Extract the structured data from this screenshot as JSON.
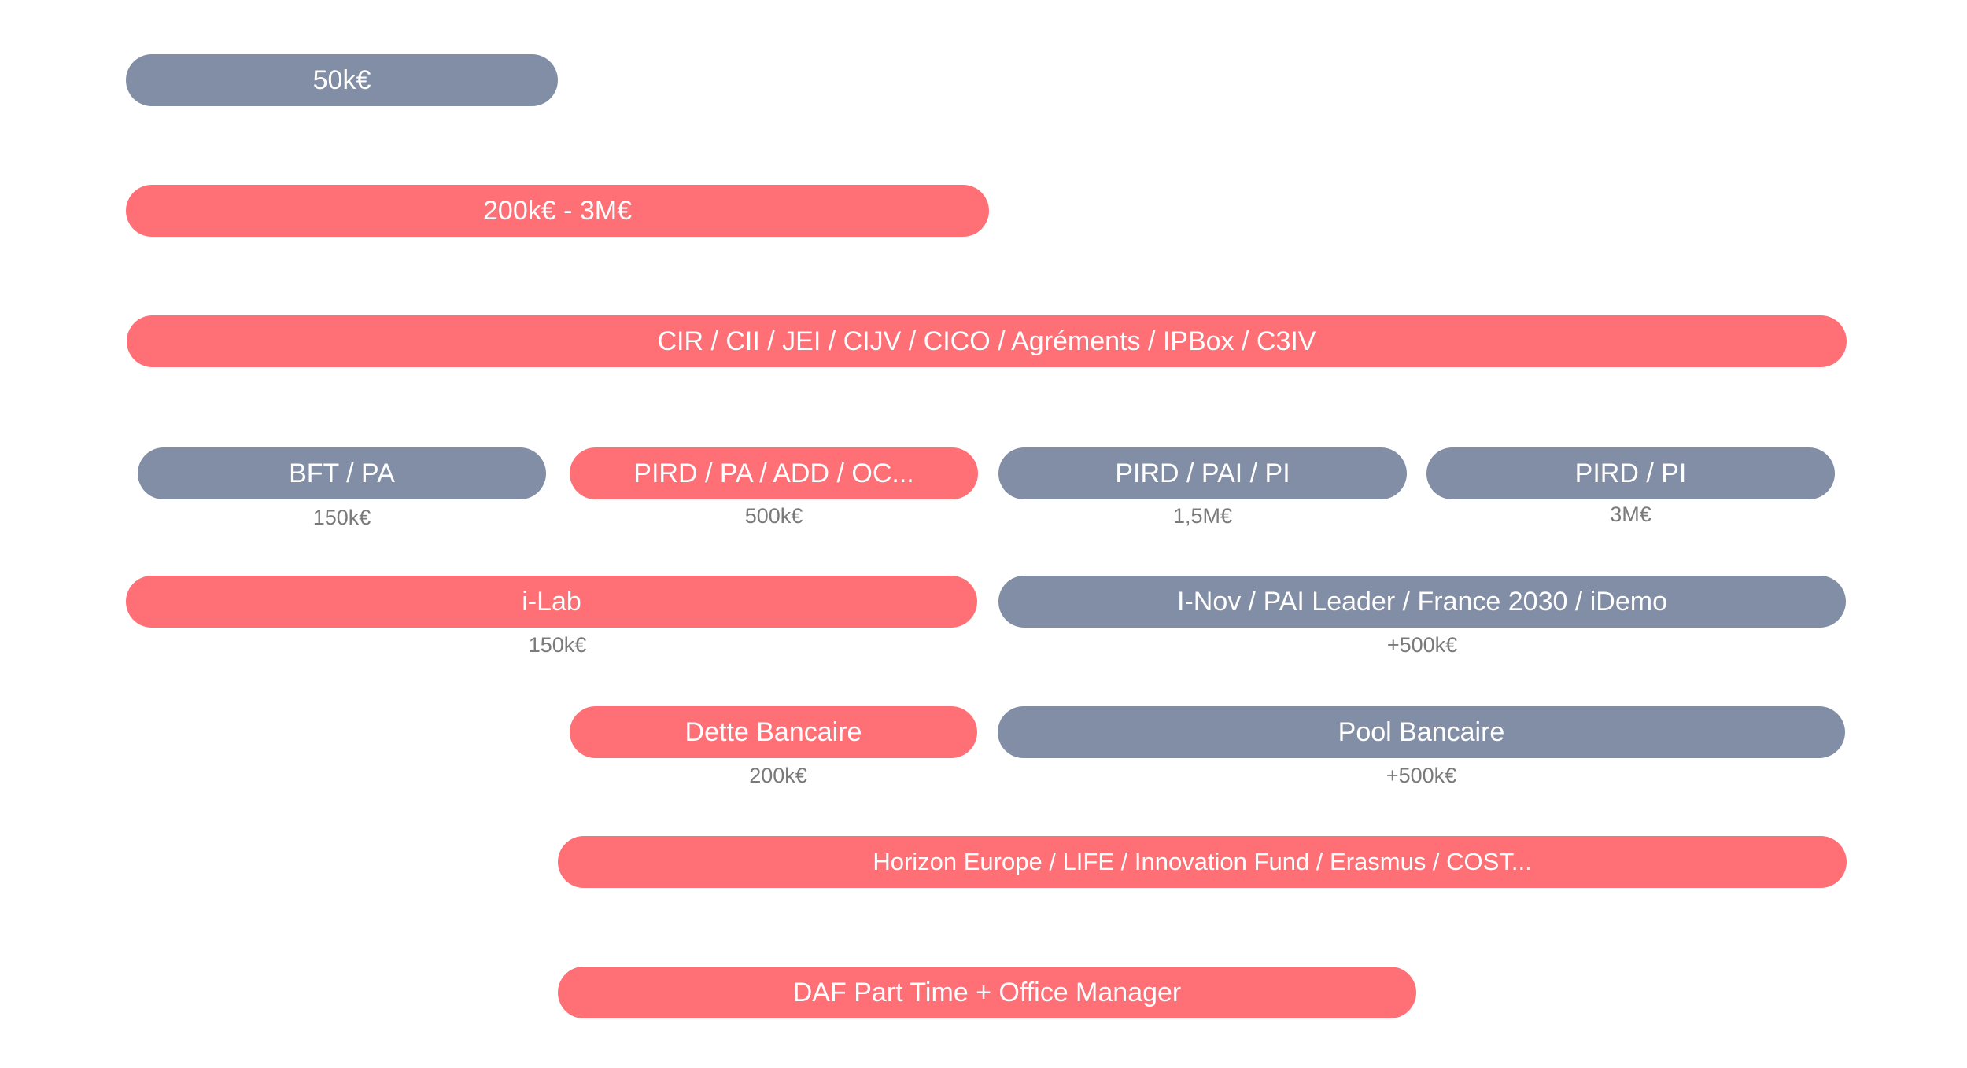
{
  "colors": {
    "grey": "#828ea5",
    "coral": "#ff7076",
    "caption": "#7a7a7a"
  },
  "bars": {
    "b1": "50k€",
    "b2": "200k€ - 3M€",
    "b3": "CIR / CII / JEI / CIJV / CICO / Agréments / IPBox / C3IV",
    "b4": "BFT / PA",
    "b5": "PIRD / PA / ADD / OC...",
    "b6": "PIRD / PAI / PI",
    "b7": "PIRD / PI",
    "b8": "i-Lab",
    "b9": "I-Nov / PAI Leader / France 2030 / iDemo",
    "b10": "Dette Bancaire",
    "b11": "Pool Bancaire",
    "b12": "Horizon Europe / LIFE / Innovation Fund / Erasmus / COST...",
    "b13": "DAF Part Time + Office Manager"
  },
  "captions": {
    "c4": "150k€",
    "c5": "500k€",
    "c6": "1,5M€",
    "c7": "3M€",
    "c8": "150k€",
    "c9": "+500k€",
    "c10": "200k€",
    "c11": "+500k€"
  }
}
